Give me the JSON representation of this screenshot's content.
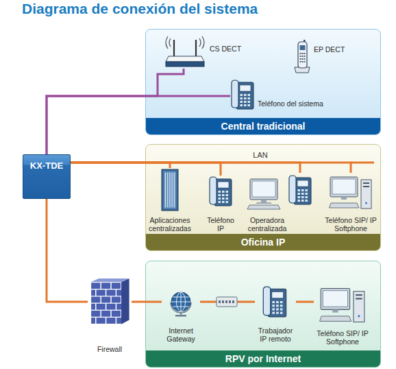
{
  "diagram": {
    "title": "Diagrama de conexión del sistema",
    "nodes": [
      {
        "text": [
          "Central tradicional"
        ]
      },
      {
        "text": [
          "CS DECT"
        ],
        "in": 0
      },
      {
        "text": [
          "EP DECT"
        ],
        "in": 0
      },
      {
        "text": [
          "Teléfono del sistema"
        ],
        "in": 0
      },
      {
        "text": [
          "KX-TDE"
        ]
      },
      {
        "text": [
          "Oficina IP"
        ]
      },
      {
        "text": [
          "Aplicaciones centralizadas"
        ],
        "in": 5
      },
      {
        "text": [
          "Teléfono IP"
        ],
        "in": 5
      },
      {
        "text": [
          "Operadora centralizada"
        ],
        "in": 5
      },
      {
        "text": [
          "Teléfono SIP/ IP Softphone"
        ],
        "in": 5
      },
      {
        "text": [
          "Firewall"
        ]
      },
      {
        "text": [
          "RPV por Internet"
        ]
      },
      {
        "text": [
          "Internet Gateway"
        ],
        "in": 11
      },
      {
        "text": [
          "Trabajador IP remoto"
        ],
        "in": 11
      },
      {
        "text": [
          "Teléfono SIP/ IP Softphone"
        ],
        "in": 11
      }
    ],
    "edges": [
      {
        "from": 4,
        "to": 1,
        "arrow": "none"
      },
      {
        "from": 4,
        "to": 3,
        "arrow": "none"
      },
      {
        "from": 4,
        "to": 6,
        "arrow": "none"
      },
      {
        "from": 4,
        "to": 7,
        "arrow": "none"
      },
      {
        "from": 4,
        "to": 8,
        "arrow": "none"
      },
      {
        "from": 4,
        "to": 9,
        "arrow": "none"
      },
      {
        "from": 4,
        "to": 10,
        "arrow": "none"
      },
      {
        "from": 10,
        "to": 12,
        "arrow": "none"
      },
      {
        "from": 12,
        "to": 13,
        "arrow": "none"
      },
      {
        "from": 13,
        "to": 14,
        "arrow": "none"
      }
    ],
    "labels": [
      "LAN"
    ]
  }
}
